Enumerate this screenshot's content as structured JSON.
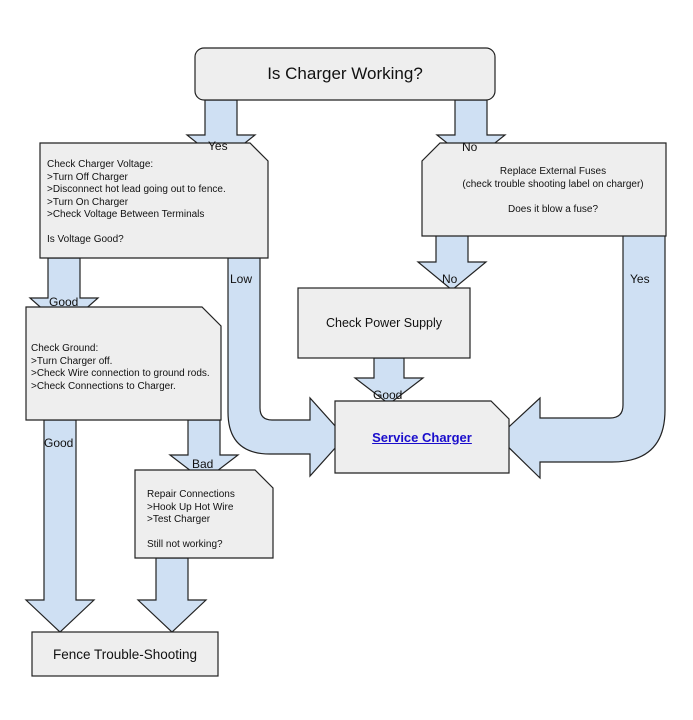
{
  "nodes": {
    "start": {
      "label": "Is Charger Working?"
    },
    "check_voltage": {
      "lines": [
        "Check Charger Voltage:",
        ">Turn Off Charger",
        ">Disconnect hot lead going out to fence.",
        ">Turn On Charger",
        ">Check Voltage Between Terminals",
        "",
        "Is Voltage Good?"
      ]
    },
    "replace_fuses": {
      "lines": [
        "Replace External Fuses",
        "(check trouble shooting label on charger)",
        "",
        "Does it blow a fuse?"
      ]
    },
    "check_ground": {
      "lines": [
        "Check Ground:",
        ">Turn Charger off.",
        ">Check Wire connection to ground rods.",
        ">Check Connections to Charger."
      ]
    },
    "check_power": {
      "label": "Check Power Supply"
    },
    "service_charger": {
      "label": "Service Charger"
    },
    "repair_connections": {
      "lines": [
        "Repair Connections",
        ">Hook Up Hot Wire",
        ">Test Charger",
        "",
        "Still not working?"
      ]
    },
    "fence_troubleshooting": {
      "label": "Fence Trouble-Shooting"
    }
  },
  "edges": {
    "yes": "Yes",
    "no_top": "No",
    "good_ground": "Good",
    "low": "Low",
    "no_fuse": "No",
    "yes_fuse": "Yes",
    "good_power": "Good",
    "good_fence": "Good",
    "bad": "Bad"
  },
  "colors": {
    "arrow_fill": "#cfe0f3",
    "box_fill": "#eeeeee",
    "stroke": "#222222",
    "link": "#1a0dcc"
  }
}
